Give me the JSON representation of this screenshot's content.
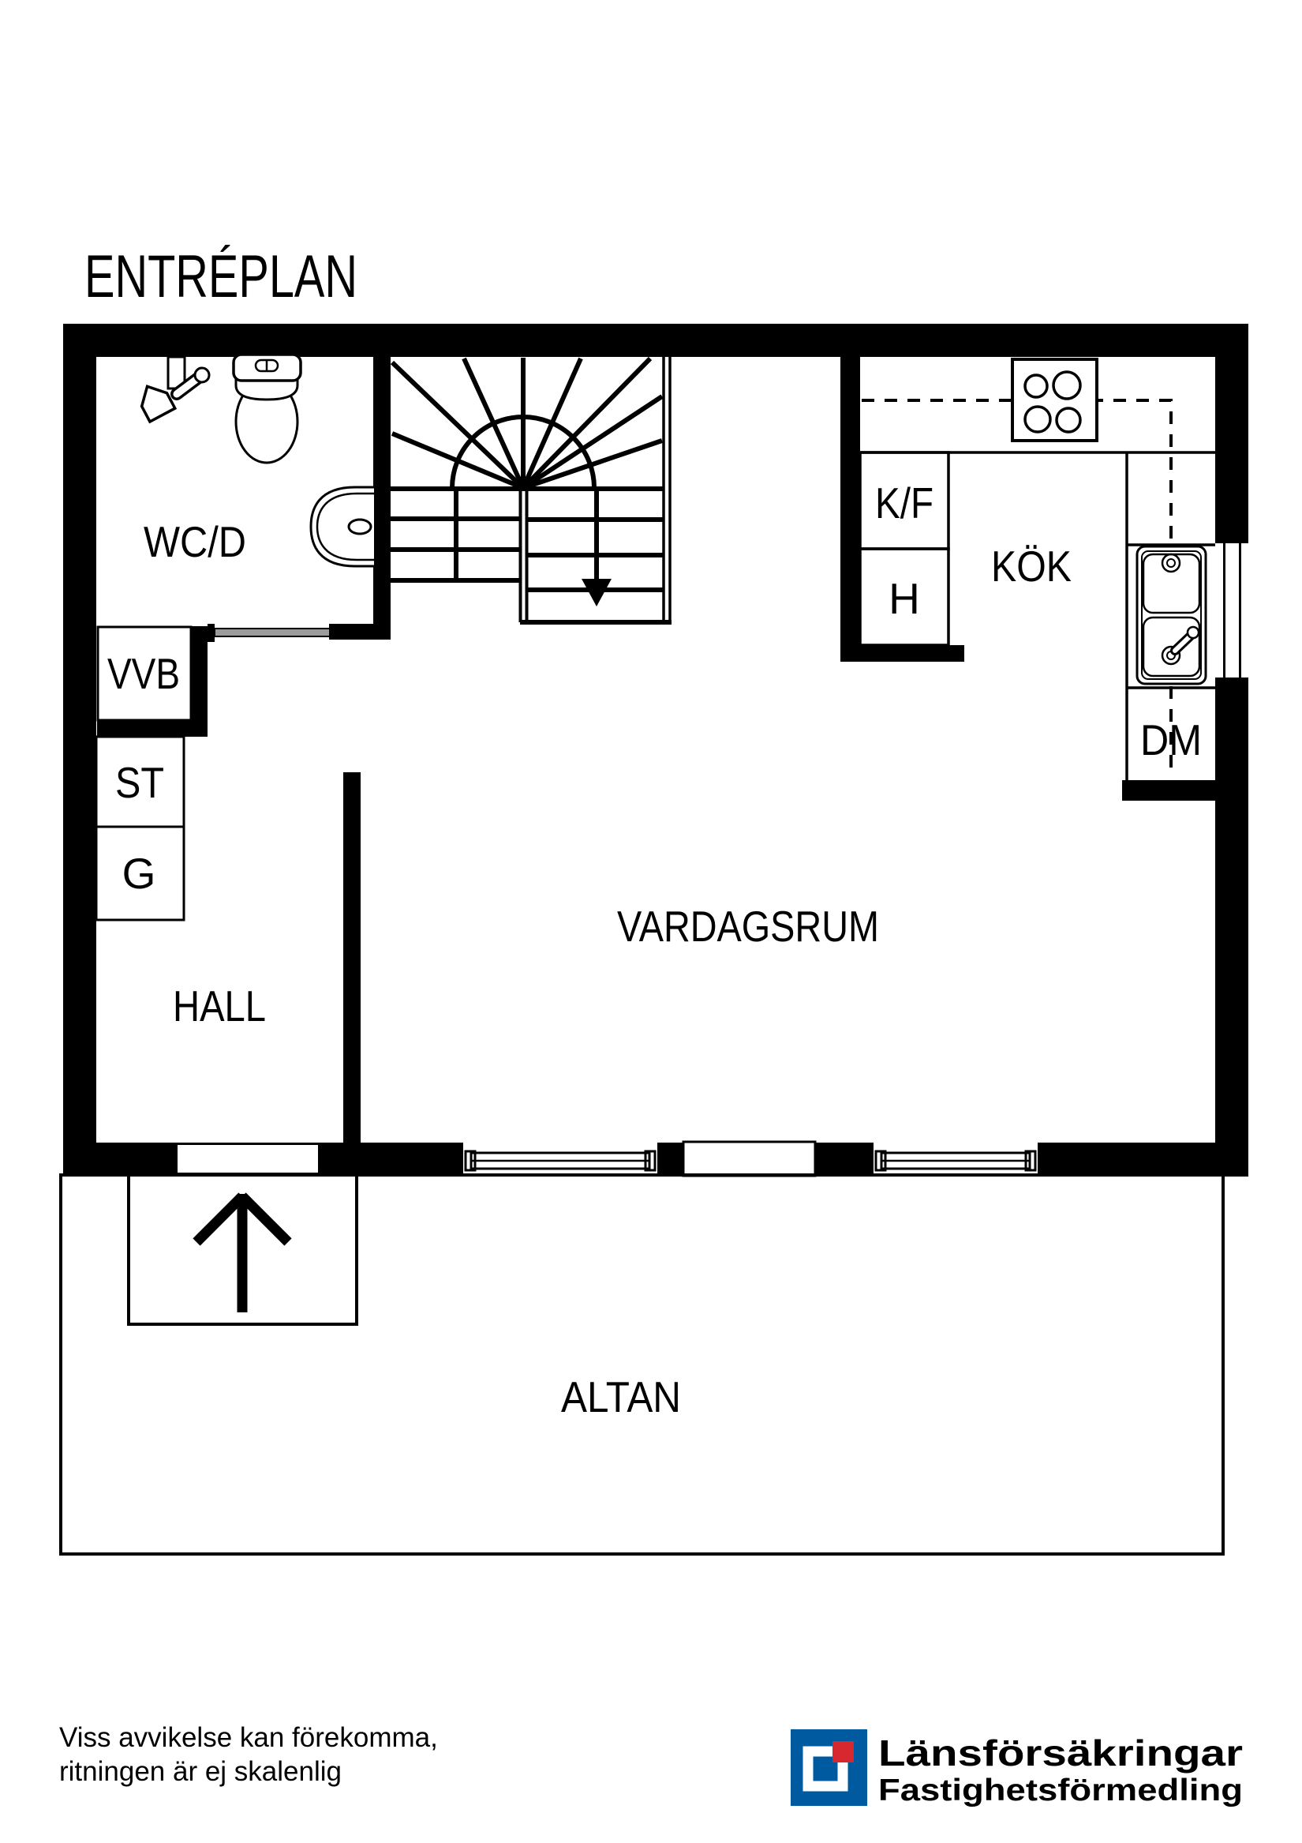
{
  "title": "ENTRÉPLAN",
  "rooms": {
    "wcd": "WC/D",
    "vvb": "VVB",
    "st": "ST",
    "g": "G",
    "hall": "HALL",
    "vardagsrum": "VARDAGSRUM",
    "kok": "KÖK",
    "kf": "K/F",
    "h": "H",
    "dm": "DM",
    "altan": "ALTAN"
  },
  "footer": {
    "disclaimer_line1": "Viss avvikelse kan förekomma,",
    "disclaimer_line2": "ritningen är ej skalenlig"
  },
  "logo": {
    "name_line1": "Länsförsäkringar",
    "name_line2": "Fastighetsförmedling",
    "brand_blue": "#005AA0",
    "brand_red": "#D7282F"
  },
  "plan": {
    "line_color": "#000000",
    "door_sill_color": "#9B9B9B"
  },
  "icons": [
    "toilet-icon",
    "shower-mixer-icon",
    "washbasin-icon",
    "stove-icon",
    "sink-icon",
    "stairs-down-arrow-icon",
    "entrance-arrow-icon",
    "window-icon",
    "logo-mark-icon"
  ]
}
